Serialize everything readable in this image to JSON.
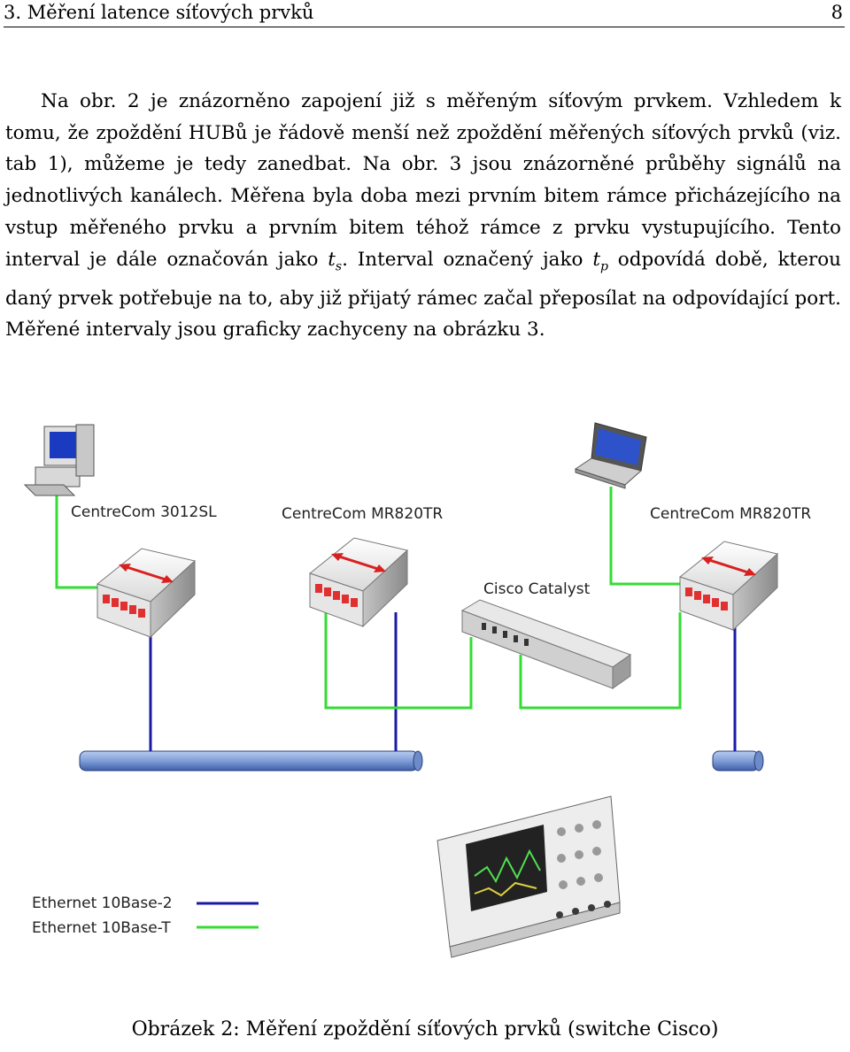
{
  "header": {
    "section": "3. Měření latence síťových prvků",
    "page": "8"
  },
  "body": {
    "p1_a": "Na obr. 2 je znázorněno zapojení již s měřeným síťovým prvkem. Vzhledem k tomu, že zpoždění HUBů je řádově menší než zpoždění měřených síťových prvků (viz. tab 1), můžeme je tedy zanedbat. Na obr. 3 jsou znázorněné průběhy signálů na jednotlivých kanálech. Měřena byla doba mezi prvním bitem rámce přicházejícího na vstup měřeného prvku a prvním bitem téhož rámce z prvku vystupujícího. Tento interval je dále označován jako ",
    "ts_var": "t",
    "ts_sub": "s",
    "p1_b": ". Interval označený jako ",
    "tp_var": "t",
    "tp_sub": "p",
    "p1_c": " odpovídá době, kterou daný prvek potřebuje na to, aby již přijatý rámec začal přeposílat na odpovídající port. Měřené intervaly jsou graficky zachyceny na obrázku 3."
  },
  "figure": {
    "device_labels": {
      "hub1": "CentreCom 3012SL",
      "hub2": "CentreCom MR820TR",
      "hub3": "CentreCom MR820TR",
      "switch": "Cisco Catalyst"
    },
    "legend": [
      {
        "label": "Ethernet 10Base-2",
        "color": "#1a1aa8"
      },
      {
        "label": "Ethernet 10Base-T",
        "color": "#33dd33"
      }
    ],
    "colors": {
      "coax": "#1a1aa8",
      "twisted_pair": "#33dd33",
      "bus_fill": "#7f9ed6",
      "port_red": "#e03030"
    },
    "icons": [
      "desktop-pc-icon",
      "laptop-icon",
      "hub-icon",
      "switch-icon",
      "oscilloscope-icon"
    ]
  },
  "caption": "Obrázek 2: Měření zpoždění síťových prvků (switche Cisco)"
}
